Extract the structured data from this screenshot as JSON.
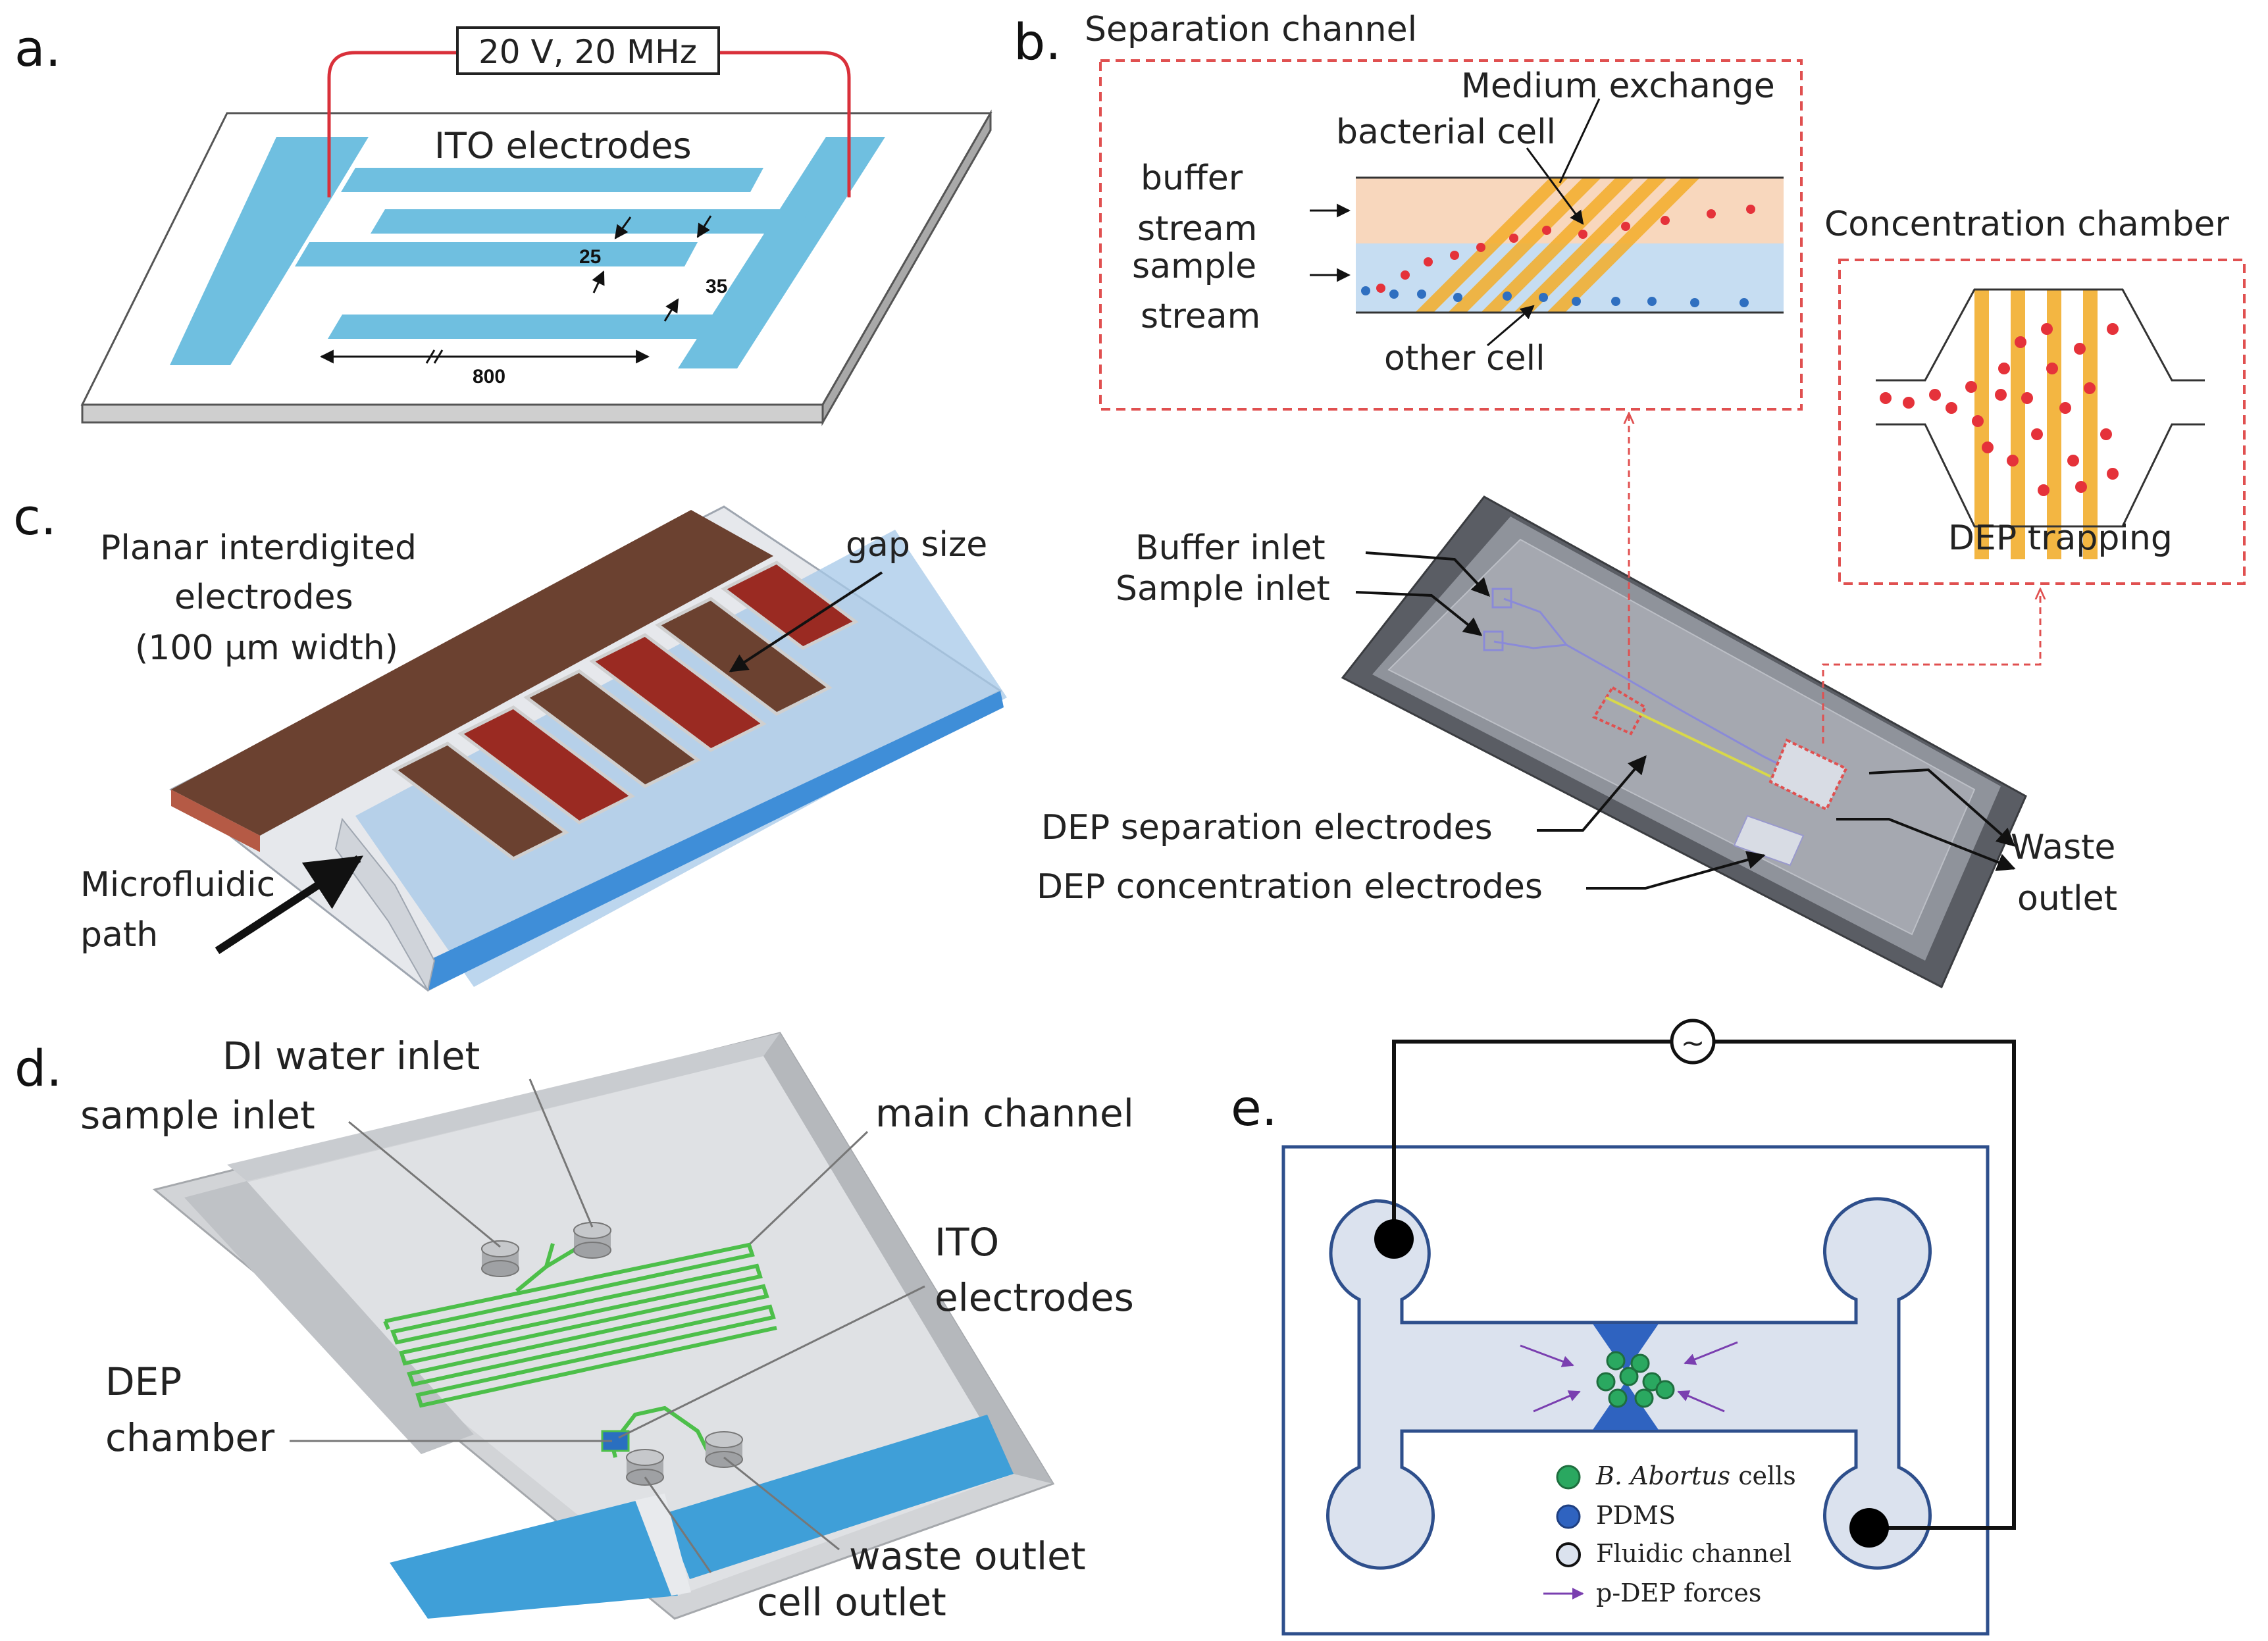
{
  "colors": {
    "ito_blue": "#6fbfe0",
    "red_wire": "#d9303a",
    "orange_electrode": "#f2ae2d",
    "green_cells": "#2aa860",
    "pdms_blue": "#2f63c0",
    "brown_electrode": "#6b4130",
    "dark_red_electrode": "#9a2a22",
    "fluidic_gray": "#dbe2ee",
    "channel_outline": "#2e4f8c",
    "dashed_box": "#e05050",
    "force_arrow": "#7a3fb0"
  },
  "panel_a": {
    "letter": "a.",
    "voltage_label": "20 V, 20 MHz",
    "electrodes_label": "ITO electrodes",
    "dim_gap": "25",
    "dim_width": "35",
    "dim_length": "800"
  },
  "panel_b": {
    "letter": "b.",
    "separation_title": "Separation channel",
    "medium_exchange": "Medium exchange",
    "bacterial_cell": "bacterial cell",
    "buffer_stream_1": "buffer",
    "buffer_stream_2": "stream",
    "sample_stream_1": "sample",
    "sample_stream_2": "stream",
    "other_cell": "other cell",
    "concentration_title": "Concentration chamber",
    "dep_trapping": "DEP trapping",
    "buffer_inlet": "Buffer inlet",
    "sample_inlet": "Sample inlet",
    "dep_separation": "DEP separation electrodes",
    "dep_concentration": "DEP concentration electrodes",
    "waste_1": "Waste",
    "waste_2": "outlet"
  },
  "panel_c": {
    "letter": "c.",
    "planar_1": "Planar interdigited",
    "planar_2": "electrodes",
    "planar_3": "(100 μm width)",
    "gap_size": "gap size",
    "microfluidic_1": "Microfluidic",
    "microfluidic_2": "path"
  },
  "panel_d": {
    "letter": "d.",
    "di_water_inlet": "DI water inlet",
    "sample_inlet": "sample inlet",
    "main_channel": "main channel",
    "ito_1": "ITO",
    "ito_2": "electrodes",
    "dep_1": "DEP",
    "dep_2": "chamber",
    "waste_outlet": "waste outlet",
    "cell_outlet": "cell outlet"
  },
  "panel_e": {
    "letter": "e.",
    "ac_symbol": "~",
    "legend": {
      "cells": "B. Abortus",
      "cells_suffix": " cells",
      "pdms": "PDMS",
      "fluidic": "Fluidic channel",
      "forces": "p-DEP forces"
    }
  }
}
